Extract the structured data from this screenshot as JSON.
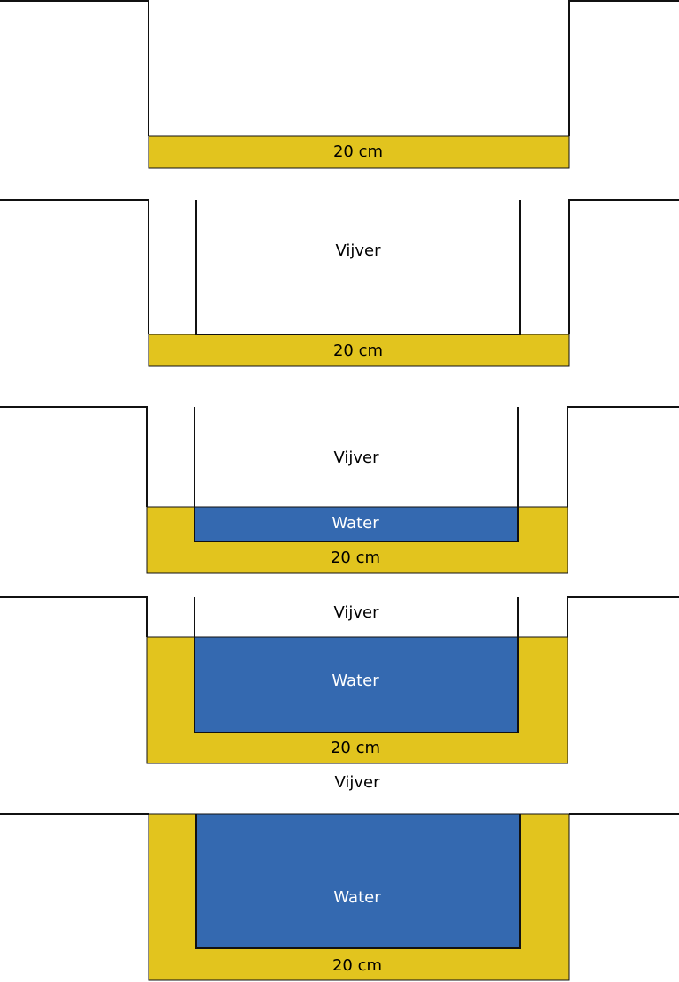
{
  "colors": {
    "sand": "#E2C41E",
    "water": "#3469B0",
    "line": "#111111",
    "background": "#FFFFFF"
  },
  "labels": {
    "thickness": "20 cm",
    "pond": "Vijver",
    "water": "Water"
  },
  "steps": [
    {
      "step": 1,
      "thickness_label": "20 cm"
    },
    {
      "step": 2,
      "thickness_label": "20 cm",
      "pond_label": "Vijver"
    },
    {
      "step": 3,
      "thickness_label": "20 cm",
      "pond_label": "Vijver",
      "water_label": "Water"
    },
    {
      "step": 4,
      "thickness_label": "20 cm",
      "pond_label": "Vijver",
      "water_label": "Water"
    },
    {
      "step": 5,
      "thickness_label": "20 cm",
      "pond_label": "Vijver",
      "water_label": "Water"
    }
  ]
}
